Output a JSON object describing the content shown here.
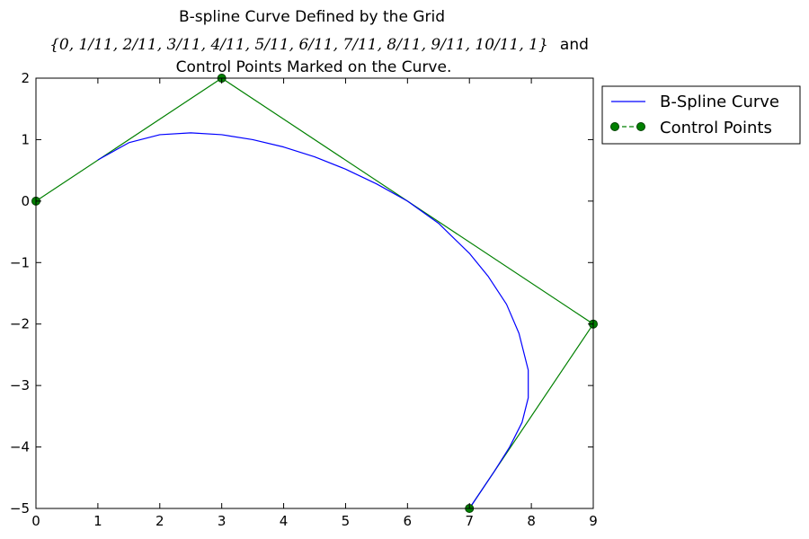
{
  "chart_data": {
    "type": "line",
    "title_lines": [
      "B-spline Curve Defined by the Grid",
      "{0, 1/11, 2/11, 3/11, 4/11, 5/11, 6/11, 7/11, 8/11, 9/11, 10/11, 1}",
      "Control Points Marked on the Curve."
    ],
    "title_line2_suffix": "and",
    "xlim": [
      0,
      9
    ],
    "ylim": [
      -5,
      2
    ],
    "x_ticks": [
      0,
      1,
      2,
      3,
      4,
      5,
      6,
      7,
      8,
      9
    ],
    "y_ticks": [
      2,
      1,
      0,
      -1,
      -2,
      -3,
      -4,
      -5
    ],
    "x_tick_labels": [
      "0",
      "1",
      "2",
      "3",
      "4",
      "5",
      "6",
      "7",
      "8",
      "9"
    ],
    "y_tick_labels": [
      "2",
      "1",
      "0",
      "−1",
      "−2",
      "−3",
      "−4",
      "−5"
    ],
    "legend_position": "outside-right-top",
    "series": [
      {
        "name": "B-Spline Curve",
        "color": "#0000ff",
        "style": "solid",
        "x": [
          1.0,
          1.5,
          2.0,
          2.5,
          3.0,
          3.5,
          4.0,
          4.5,
          5.0,
          5.5,
          6.0,
          6.5,
          7.0,
          7.3,
          7.6,
          7.8,
          7.95,
          7.95,
          7.85,
          7.65,
          7.4,
          7.0
        ],
        "y": [
          0.67,
          0.95,
          1.08,
          1.11,
          1.08,
          1.0,
          0.88,
          0.72,
          0.52,
          0.28,
          0.0,
          -0.36,
          -0.85,
          -1.22,
          -1.68,
          -2.15,
          -2.75,
          -3.2,
          -3.6,
          -4.0,
          -4.4,
          -5.0
        ]
      },
      {
        "name": "Control Points",
        "color": "#008000",
        "style": "solid-with-markers",
        "marker": "circle",
        "x": [
          0,
          3,
          9,
          7
        ],
        "y": [
          0,
          2,
          -2,
          -5
        ]
      }
    ]
  }
}
